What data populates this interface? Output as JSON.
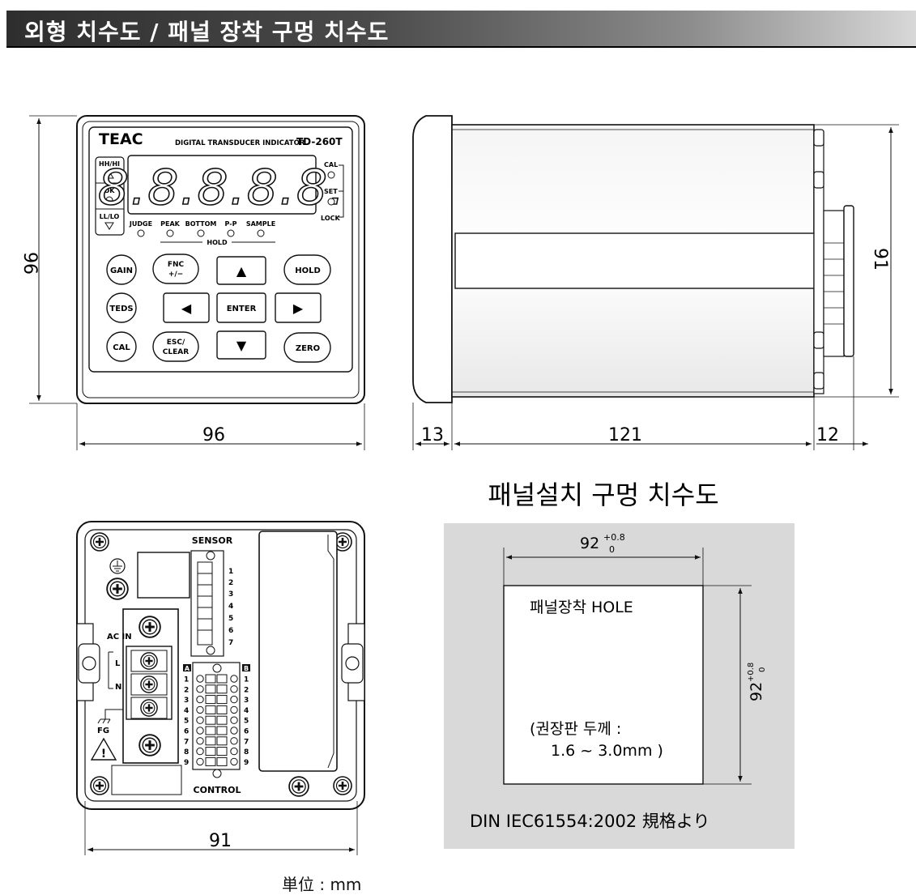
{
  "header": {
    "title": "외형 치수도 / 패널 장착 구멍 치수도",
    "bg_color": "#2e2e2e"
  },
  "front_view": {
    "brand": "TEAC",
    "model_desc": "DIGITAL TRANSDUCER INDICATOR",
    "model": "TD-260T",
    "display": "8.8.8.8.8.",
    "left_indicators": [
      "HH/HI",
      "OK",
      "LL/LO"
    ],
    "right_indicators": [
      "CAL",
      "SET",
      "LOCK"
    ],
    "status_labels": [
      "JUDGE",
      "PEAK",
      "BOTTOM",
      "P-P",
      "SAMPLE"
    ],
    "hold_label": "HOLD",
    "buttons": {
      "gain": "GAIN",
      "fnc_line1": "FNC",
      "fnc_line2": "+/−",
      "up": "▲",
      "hold": "HOLD",
      "teds": "TEDS",
      "left": "◀",
      "enter": "ENTER",
      "right": "▶",
      "cal": "CAL",
      "esc_line1": "ESC/",
      "esc_line2": "CLEAR",
      "down": "▼",
      "zero": "ZERO"
    },
    "dim_height": "96",
    "dim_width": "96"
  },
  "side_view": {
    "dim_height": "91",
    "dim_front": "13",
    "dim_body": "121",
    "dim_rear": "12"
  },
  "rear_view": {
    "sensor_label": "SENSOR",
    "sensor_terminals": [
      "1",
      "2",
      "3",
      "4",
      "5",
      "6",
      "7"
    ],
    "ac_in_label": "AC IN",
    "l_label": "L",
    "n_label": "N",
    "fg_label": "FG",
    "control_label": "CONTROL",
    "block_a": "A",
    "block_b": "B",
    "control_terminals": [
      "1",
      "2",
      "3",
      "4",
      "5",
      "6",
      "7",
      "8",
      "9"
    ],
    "dim_width": "91"
  },
  "panel_cutout": {
    "title": "패널설치 구멍 치수도",
    "width_value": "92",
    "width_tol_upper": "+0.8",
    "width_tol_lower": "0",
    "height_value": "92",
    "height_tol_upper": "+0.8",
    "height_tol_lower": "0",
    "hole_label": "패널장착 HOLE",
    "thickness_line1": "(권장판 두께 :",
    "thickness_line2": "1.6 ~ 3.0mm )",
    "standard": "DIN IEC61554:2002 規格より",
    "bg_color": "#d9d9d9"
  },
  "unit_label": "単位 : mm"
}
